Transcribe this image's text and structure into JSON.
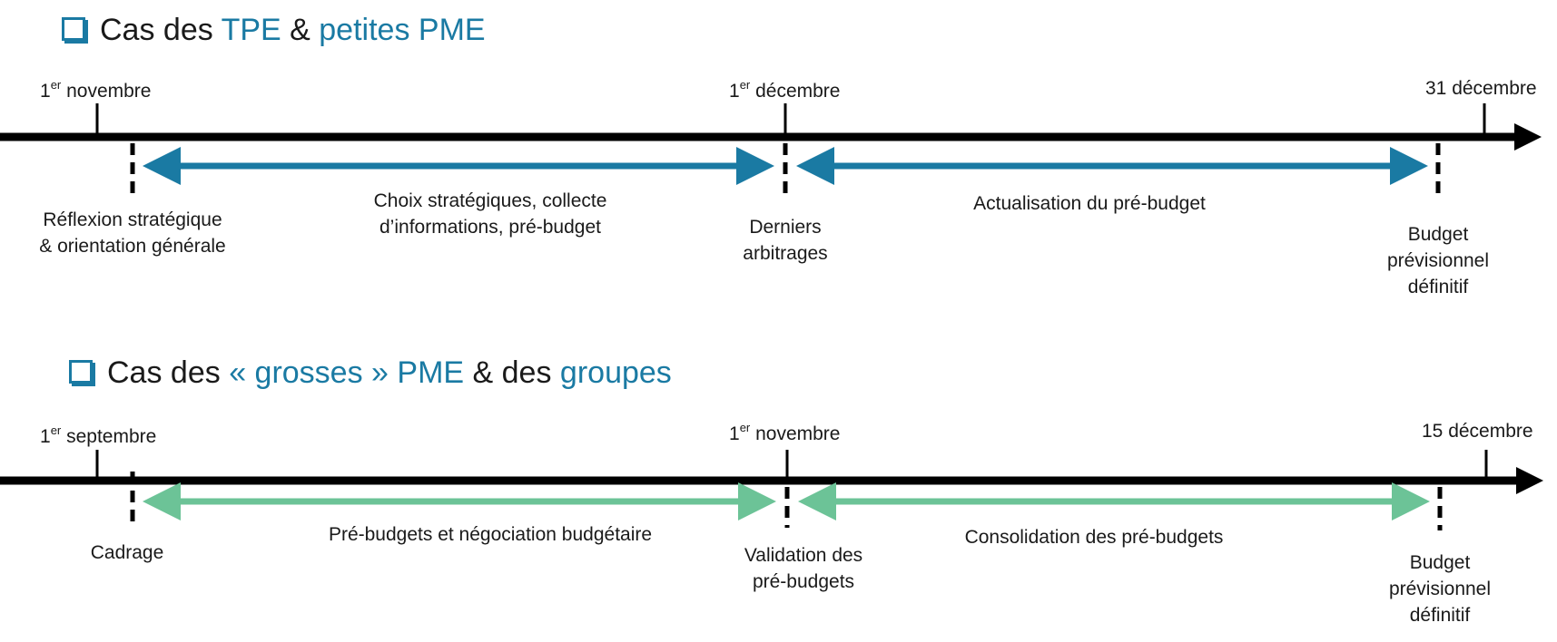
{
  "colors": {
    "accent": "#1a7aa3",
    "secondary": "#6cc397",
    "axis": "#000000"
  },
  "sections": [
    {
      "heading": {
        "prefix": "Cas des ",
        "hl1": "TPE",
        "middle": " & ",
        "hl2": "petites PME",
        "suffix": ""
      },
      "dates": {
        "start_num": "1",
        "start_sup": "er",
        "start_rest": " novembre",
        "mid_num": "1",
        "mid_sup": "er",
        "mid_rest": " décembre",
        "end": "31 décembre"
      },
      "labels": {
        "start_line1": "Réflexion stratégique",
        "start_line2": "& orientation générale",
        "phase1_line1": "Choix stratégiques, collecte",
        "phase1_line2": "d’informations, pré-budget",
        "mid_line1": "Derniers",
        "mid_line2": "arbitrages",
        "phase2": "Actualisation du pré-budget",
        "end_line1": "Budget",
        "end_line2": "prévisionnel",
        "end_line3": "définitif"
      }
    },
    {
      "heading": {
        "prefix": "Cas des ",
        "hl1": "« grosses » PME",
        "middle": " & des ",
        "hl2": "groupes",
        "suffix": ""
      },
      "dates": {
        "start_num": "1",
        "start_sup": "er",
        "start_rest": " septembre",
        "mid_num": "1",
        "mid_sup": "er",
        "mid_rest": " novembre",
        "end": "15 décembre"
      },
      "labels": {
        "start_line1": "Cadrage",
        "phase1_line1": "Pré-budgets et négociation budgétaire",
        "mid_line1": "Validation des",
        "mid_line2": "pré-budgets",
        "phase2": "Consolidation des pré-budgets",
        "end_line1": "Budget",
        "end_line2": "prévisionnel",
        "end_line3": "définitif"
      }
    }
  ]
}
